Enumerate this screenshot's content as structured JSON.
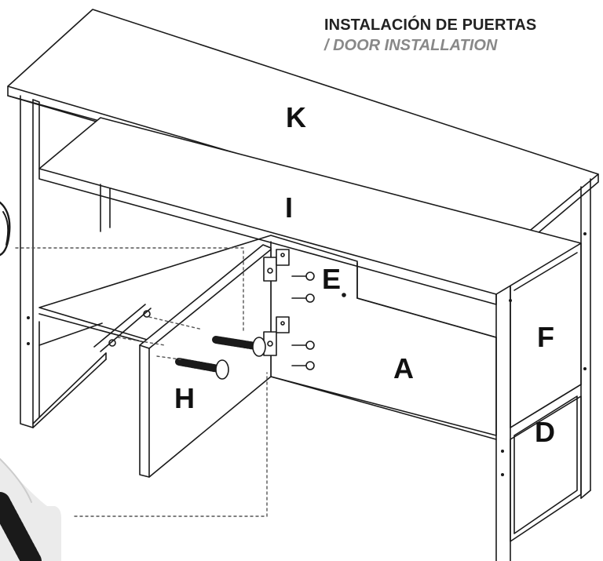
{
  "title": {
    "es": "INSTALACIÓN DE PUERTAS",
    "en": "/ DOOR INSTALLATION"
  },
  "parts": {
    "K": "K",
    "I": "I",
    "E": "E",
    "F": "F",
    "A": "A",
    "H": "H",
    "D": "D"
  },
  "colors": {
    "line": "#1a1a1a",
    "dotted": "#555555",
    "callout_bg": "#ebebeb",
    "title_secondary": "#888888"
  }
}
